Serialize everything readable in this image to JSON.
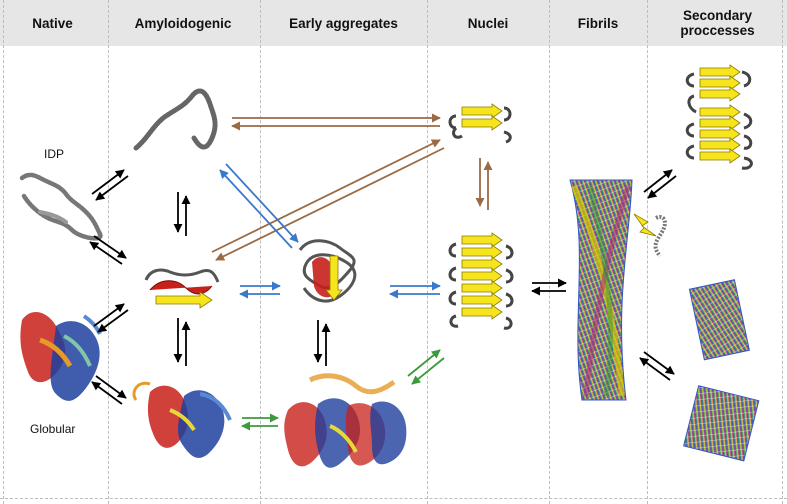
{
  "columns": [
    {
      "key": "native",
      "title": "Native"
    },
    {
      "key": "amyloidogenic",
      "title": "Amyloidogenic"
    },
    {
      "key": "early",
      "title": "Early aggregates"
    },
    {
      "key": "nuclei",
      "title": "Nuclei"
    },
    {
      "key": "fibrils",
      "title": "Fibrils"
    },
    {
      "key": "secondary",
      "title_line1": "Secondary",
      "title_line2": "proccesses"
    }
  ],
  "labels": {
    "idp": "IDP",
    "globular": "Globular"
  },
  "colors": {
    "header_bg": "#e6e6e6",
    "divider": "#bdbdbd",
    "arrow_black": "#000000",
    "arrow_brown": "#9b6a43",
    "arrow_blue": "#3a78c9",
    "arrow_green": "#3c9a3c",
    "strand_yellow": "#f6e51c",
    "helix_red": "#c8201a",
    "helix_blue": "#1f3f9e",
    "coil_gray": "#555555"
  }
}
